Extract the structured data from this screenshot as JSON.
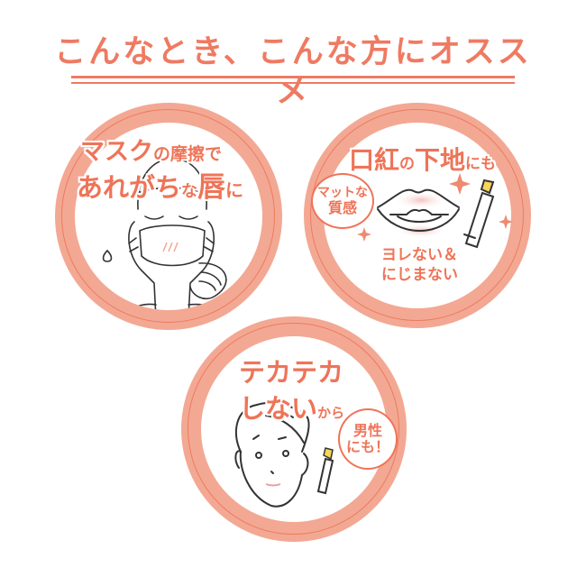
{
  "title": "こんなとき、こんな方にオススメ",
  "colors": {
    "accent": "#ef7a62",
    "ring": "#f3a893",
    "ring_line": "#ec7b60",
    "text": "#ee7458",
    "lipstick_tip": "#f5d55a"
  },
  "panels": [
    {
      "id": "mask",
      "headline_line1_big": "マスク",
      "headline_line1_small": "の摩擦で",
      "headline_line2_big1": "あれがち",
      "headline_line2_small1": "な",
      "headline_line2_big2": "唇",
      "headline_line2_small2": "に",
      "illustration": "woman-wearing-mask-icon"
    },
    {
      "id": "base",
      "headline_big1": "口紅",
      "headline_small1": "の",
      "headline_big2": "下地",
      "headline_small2": "にも",
      "bubble_line1": "マットな",
      "bubble_line2": "質感",
      "caption_line1": "ヨレない＆",
      "caption_line2": "にじまない",
      "illustration": "lips-and-lipstick-icon"
    },
    {
      "id": "men",
      "headline_line1": "テカテカ",
      "headline_line2_big": "しない",
      "headline_line2_small": "から",
      "bubble_line1": "男性",
      "bubble_line2": "にも！",
      "illustration": "man-face-icon"
    }
  ]
}
